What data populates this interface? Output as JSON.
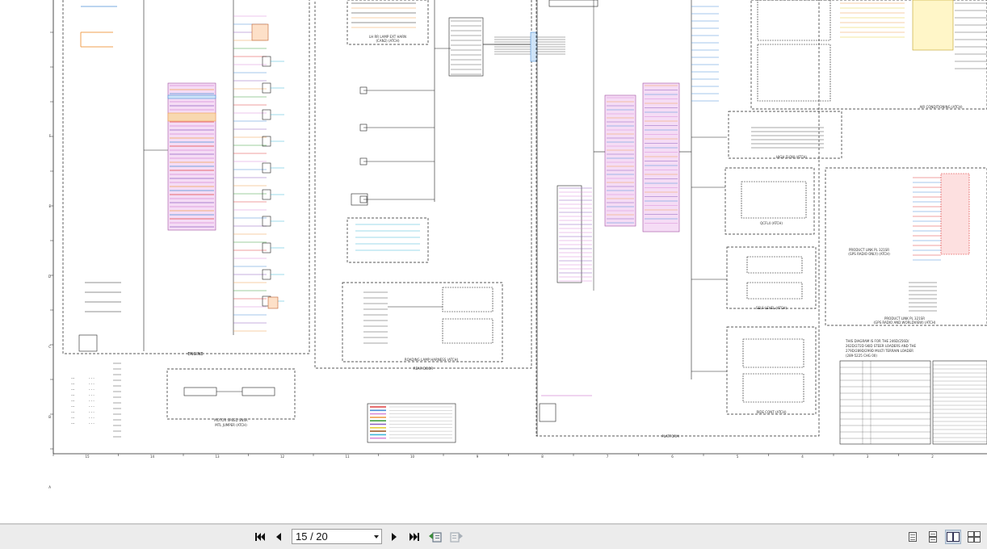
{
  "toolbar": {
    "page_indicator": "15 / 20",
    "icons": [
      "first-page-icon",
      "previous-page-icon",
      "next-page-icon",
      "last-page-icon",
      "go-back-icon",
      "go-forward-icon",
      "single-page-view-icon",
      "continuous-view-icon",
      "two-page-view-icon",
      "two-page-continuous-view-icon"
    ]
  },
  "diagram": {
    "sections": {
      "engine": "ENGINE",
      "motor_speed": "MOTOR SPEED SNSR",
      "motor_speed_sub": "MTL JUMPER (ATCH)",
      "rear_door": "REAR DOOR",
      "roading_lamp": "ROADING LAMP HARNESS (ATCH)",
      "lh_rr_lamp": "LH RR LAMP EXT HARN",
      "lh_rr_lamp_sub": "(CAN2) (ATCH)",
      "platform": "PLATFORM",
      "air_conditioning": "AIR CONDITIONING (ATCH)",
      "high_flow": "HIGH FLOW (ATCH)",
      "qcfl": "QCFL4 (ATCH)",
      "self_level": "SELF-LEVEL (ATCH)",
      "ride_cont": "RIDE CONT (ATCH)",
      "product_link_1": "PRODUCT LINK PL 321SR",
      "product_link_1_sub": "(GPS RADIO ONLY) (ATCH)",
      "product_link_2": "PRODUCT LINK PL 321SR",
      "product_link_2_sub": "(GPS RADIO AND WORLDVIEW) (ATCH)"
    },
    "note_lines": [
      "THIS DIAGRAM IS FOR THE 246D/256D/",
      "262D/272D SKID STEER LOADERS AND THE",
      "279D/289D/299D MULTI TERRAIN LOADER",
      "(289-5225 CHG 00)"
    ],
    "axis_numbers": [
      "15",
      "14",
      "13",
      "12",
      "11",
      "10",
      "9",
      "8",
      "7",
      "6",
      "5",
      "4",
      "3",
      "2"
    ],
    "row_letters": [
      "F",
      "E",
      "D",
      "C",
      "B",
      "A"
    ]
  },
  "colors": {
    "pink": "#d98cd9",
    "orange": "#f0a050",
    "blue": "#4a8fd8",
    "red": "#e04040",
    "green": "#40a040",
    "yellow": "#e8d040",
    "cyan": "#40b8d8",
    "brown": "#a06030",
    "purple": "#9060c0"
  }
}
